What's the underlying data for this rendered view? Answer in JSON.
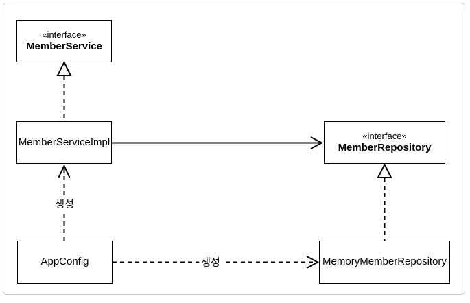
{
  "diagram": {
    "type": "uml-class-diagram",
    "nodes": {
      "member_service": {
        "stereotype": "«interface»",
        "name": "MemberService"
      },
      "member_service_impl": {
        "name": "MemberServiceImpl"
      },
      "member_repository": {
        "stereotype": "«interface»",
        "name": "MemberRepository"
      },
      "app_config": {
        "name": "AppConfig"
      },
      "memory_member_repository": {
        "name": "MemoryMemberRepository"
      }
    },
    "edges": [
      {
        "from": "MemberServiceImpl",
        "to": "MemberService",
        "type": "realization",
        "label": ""
      },
      {
        "from": "MemberServiceImpl",
        "to": "MemberRepository",
        "type": "association",
        "label": ""
      },
      {
        "from": "MemoryMemberRepository",
        "to": "MemberRepository",
        "type": "realization",
        "label": ""
      },
      {
        "from": "AppConfig",
        "to": "MemberServiceImpl",
        "type": "dependency",
        "label": "생성"
      },
      {
        "from": "AppConfig",
        "to": "MemoryMemberRepository",
        "type": "dependency",
        "label": "생성"
      }
    ],
    "edge_labels": {
      "create_vertical": "생성",
      "create_horizontal": "생성"
    },
    "colors": {
      "line": "#000000",
      "box_border": "#000000",
      "box_background": "#ffffff",
      "frame_border": "#cccccc",
      "canvas_background": "#ffffff"
    }
  }
}
